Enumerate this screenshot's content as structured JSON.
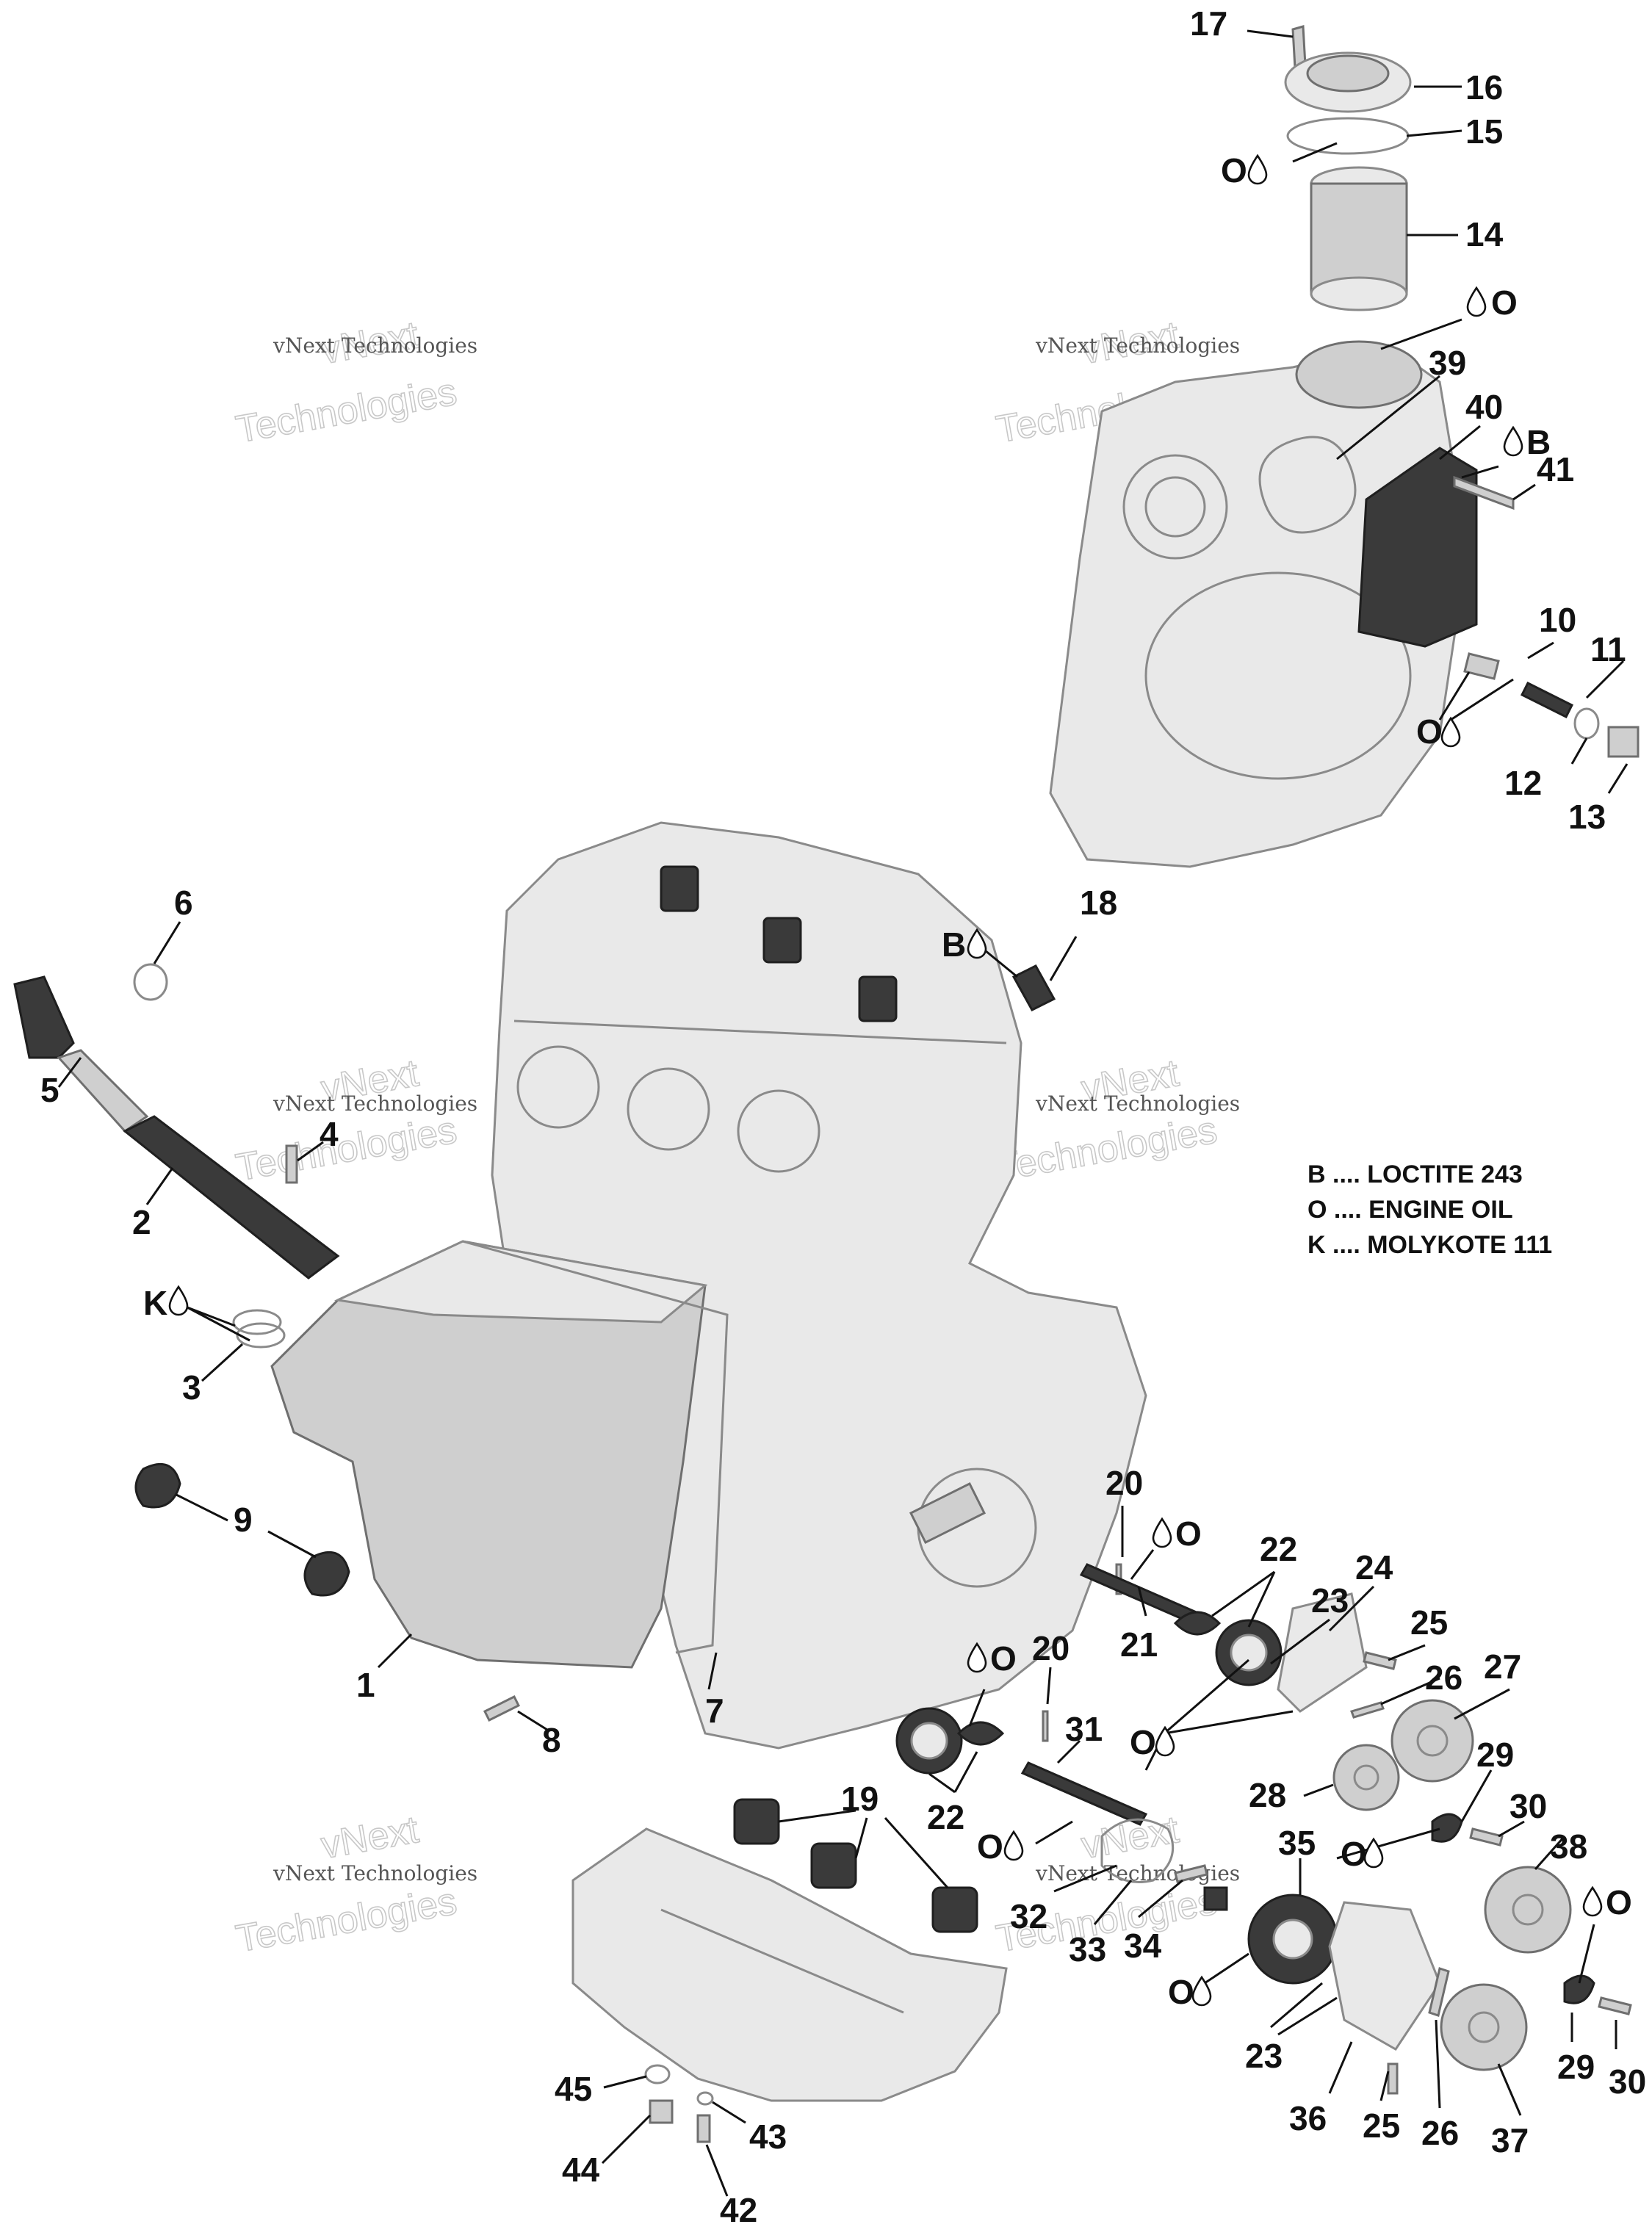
{
  "legend": {
    "b_line": "B .... LOCTITE 243",
    "o_line": "O .... ENGINE OIL",
    "k_line": "K .... MOLYKOTE 111"
  },
  "watermark": {
    "line_small": "vNext Technologies",
    "line_big_1": "vNext",
    "line_big_2": "Technologies"
  },
  "lube_codes": {
    "oil": "O",
    "loctite": "B",
    "molykote": "K"
  },
  "callouts": [
    {
      "label": "17"
    },
    {
      "label": "16"
    },
    {
      "label": "15"
    },
    {
      "label": "14"
    },
    {
      "label": "39"
    },
    {
      "label": "40"
    },
    {
      "label": "41"
    },
    {
      "label": "10"
    },
    {
      "label": "11"
    },
    {
      "label": "12"
    },
    {
      "label": "13"
    },
    {
      "label": "18"
    },
    {
      "label": "6"
    },
    {
      "label": "5"
    },
    {
      "label": "4"
    },
    {
      "label": "2"
    },
    {
      "label": "3"
    },
    {
      "label": "9"
    },
    {
      "label": "1"
    },
    {
      "label": "8"
    },
    {
      "label": "7"
    },
    {
      "label": "20"
    },
    {
      "label": "21"
    },
    {
      "label": "22"
    },
    {
      "label": "23"
    },
    {
      "label": "24"
    },
    {
      "label": "25"
    },
    {
      "label": "26"
    },
    {
      "label": "27"
    },
    {
      "label": "20"
    },
    {
      "label": "31"
    },
    {
      "label": "22"
    },
    {
      "label": "19"
    },
    {
      "label": "28"
    },
    {
      "label": "29"
    },
    {
      "label": "30"
    },
    {
      "label": "35"
    },
    {
      "label": "38"
    },
    {
      "label": "32"
    },
    {
      "label": "33"
    },
    {
      "label": "34"
    },
    {
      "label": "23"
    },
    {
      "label": "36"
    },
    {
      "label": "25"
    },
    {
      "label": "26"
    },
    {
      "label": "37"
    },
    {
      "label": "29"
    },
    {
      "label": "30"
    },
    {
      "label": "45"
    },
    {
      "label": "43"
    },
    {
      "label": "44"
    },
    {
      "label": "42"
    }
  ]
}
